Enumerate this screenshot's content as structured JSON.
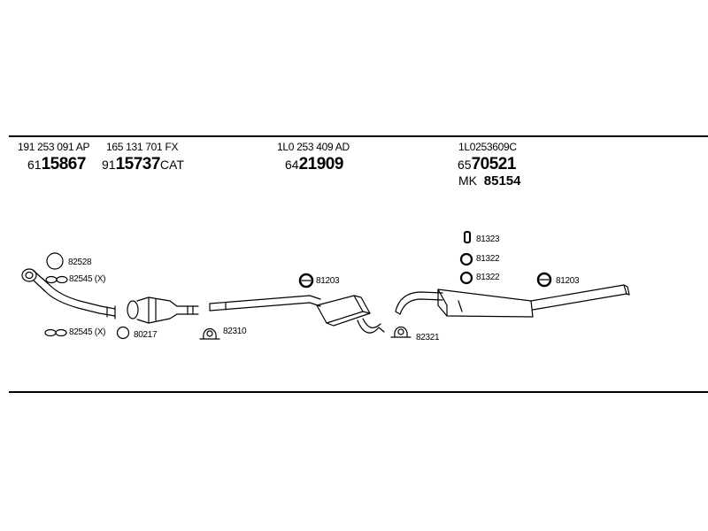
{
  "part_groups": [
    {
      "oem": "191 253 091 AP",
      "art_prefix": "61",
      "art_number": "15867",
      "art_suffix": ""
    },
    {
      "oem": "165 131 701 FX",
      "art_prefix": "91",
      "art_number": "15737",
      "art_suffix": "CAT"
    },
    {
      "oem": "1L0 253 409 AD",
      "art_prefix": "64",
      "art_number": "21909",
      "art_suffix": ""
    },
    {
      "oem": "1L0253609C",
      "art_prefix": "65",
      "art_number": "70521",
      "art_suffix": ""
    }
  ],
  "mounting_kit": {
    "prefix": "MK",
    "number": "85154"
  },
  "small_parts": {
    "p82528": "82528",
    "p82545_top": "82545 (X)",
    "p82545_bottom": "82545 (X)",
    "p80217": "80217",
    "p82310": "82310",
    "p81203_a": "81203",
    "p82321": "82321",
    "p81323": "81323",
    "p81322_a": "81322",
    "p81322_b": "81322",
    "p81203_b": "81203"
  }
}
